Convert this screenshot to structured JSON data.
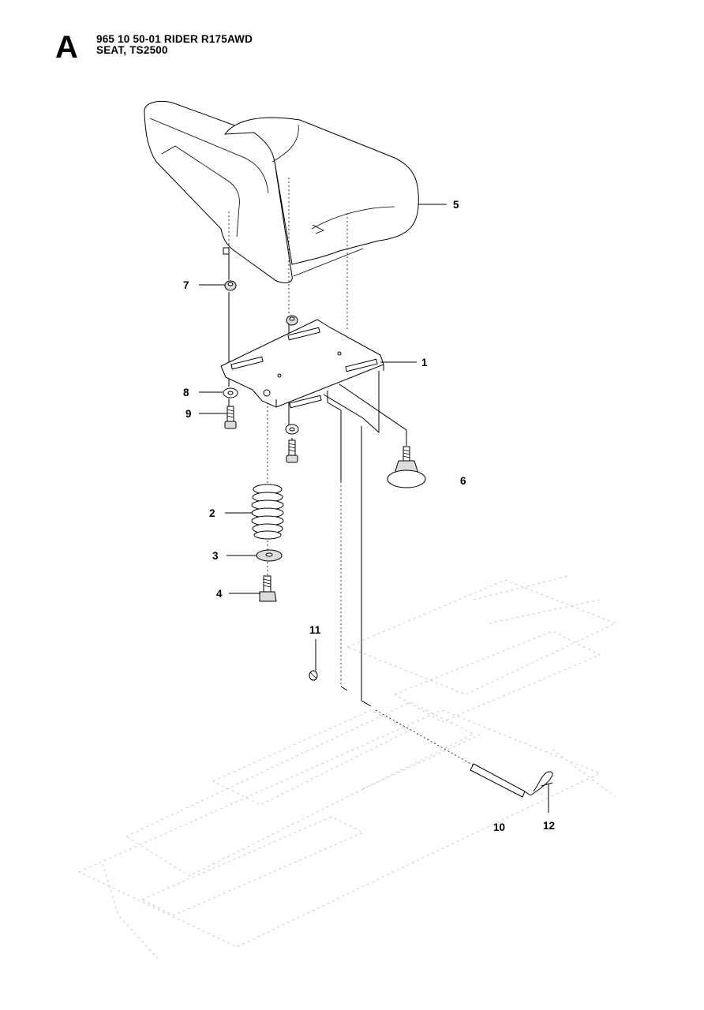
{
  "header": {
    "section_letter": "A",
    "title_line1": "965 10 50-01 RIDER R175AWD",
    "title_line2": "SEAT, TS2500"
  },
  "callouts": {
    "c1": "1",
    "c2": "2",
    "c3": "3",
    "c4": "4",
    "c5": "5",
    "c6": "6",
    "c7": "7",
    "c8": "8",
    "c9": "9",
    "c10": "10",
    "c11": "11",
    "c12": "12"
  }
}
